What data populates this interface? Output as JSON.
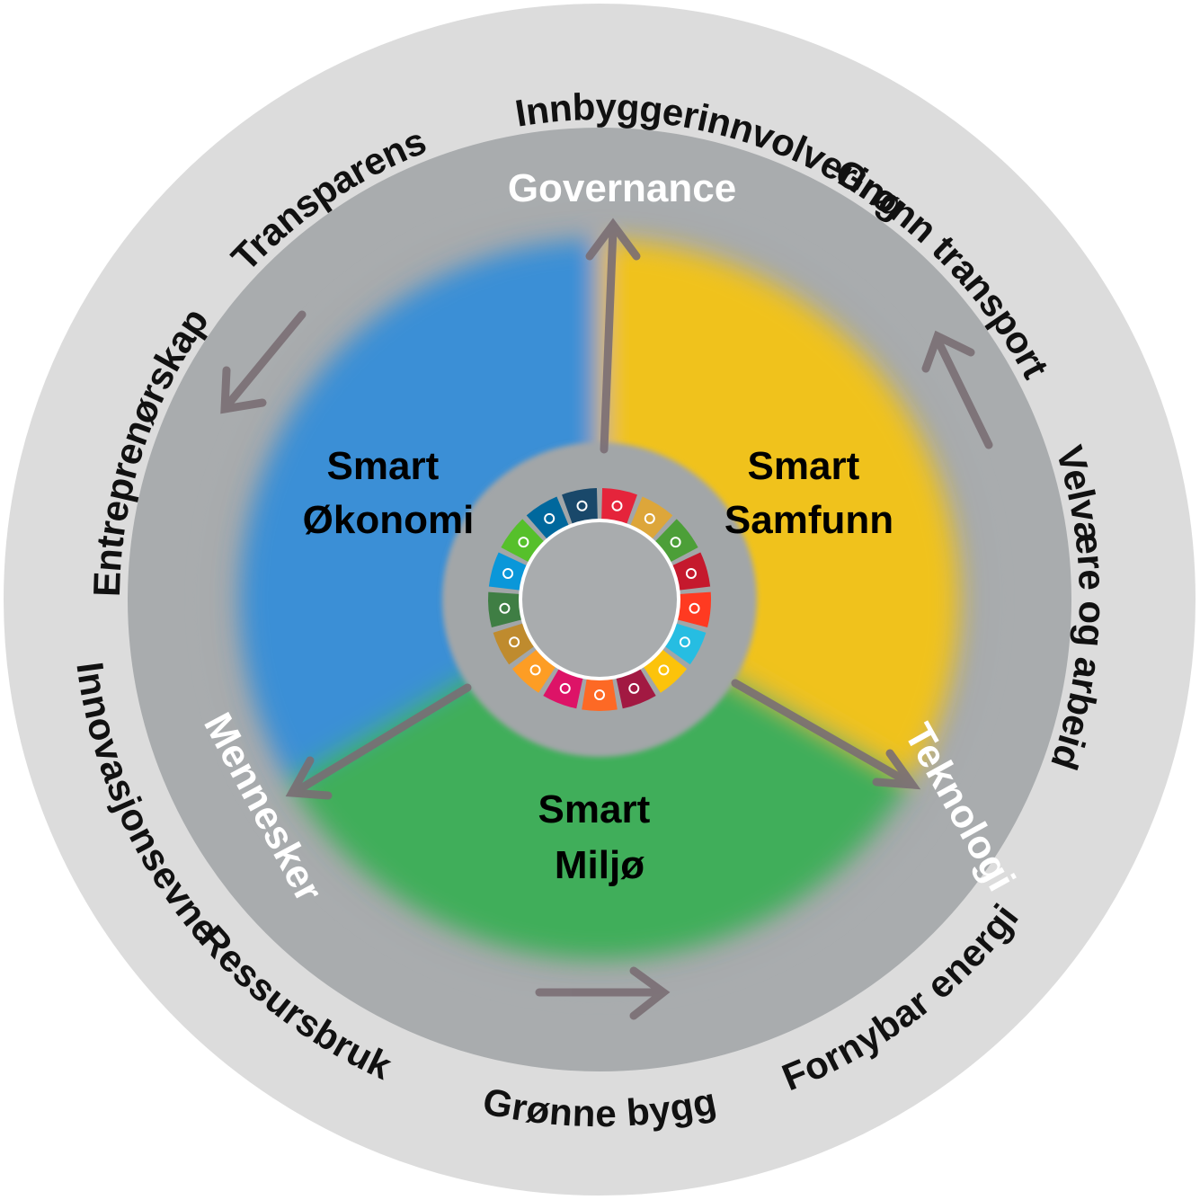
{
  "outer_ring": {
    "terms": [
      {
        "key": "innbygger",
        "text": "Innbyggerinnvolvering"
      },
      {
        "key": "transparens",
        "text": "Transparens"
      },
      {
        "key": "entreprenorskap",
        "text": "Entreprenørskap"
      },
      {
        "key": "innovasjon",
        "text": "Innovasjonsevne"
      },
      {
        "key": "gronn-transport",
        "text": "Grønn transport"
      },
      {
        "key": "velvaere",
        "text": "Velvære og arbeid"
      },
      {
        "key": "fornybar",
        "text": "Fornybar energi"
      },
      {
        "key": "gronne-bygg",
        "text": "Grønne bygg"
      },
      {
        "key": "ressursbruk",
        "text": "Ressursbruk"
      }
    ]
  },
  "axes": {
    "governance": "Governance",
    "teknologi": "Teknologi",
    "mennesker": "Mennesker"
  },
  "sectors": {
    "okonomi": {
      "line1": "Smart",
      "line2": "Økonomi",
      "color": "#3a8fd6"
    },
    "samfunn": {
      "line1": "Smart",
      "line2": "Samfunn",
      "color": "#f0c21c"
    },
    "miljo": {
      "line1": "Smart",
      "line2": "Miljø",
      "color": "#3fae5a"
    }
  },
  "sdg_wheel": {
    "colors": [
      "#e5243b",
      "#dda63a",
      "#4c9f38",
      "#c5192d",
      "#ff3a21",
      "#26bde2",
      "#fcc30b",
      "#a21942",
      "#fd6925",
      "#dd1367",
      "#fd9d24",
      "#bf8b2e",
      "#3f7e44",
      "#0a97d9",
      "#56c02b",
      "#00689d",
      "#19486a"
    ]
  },
  "colors": {
    "outer_ring": "#dcdcdc",
    "middle_ring": "#a9acae",
    "arrow": "#7a6e74"
  }
}
